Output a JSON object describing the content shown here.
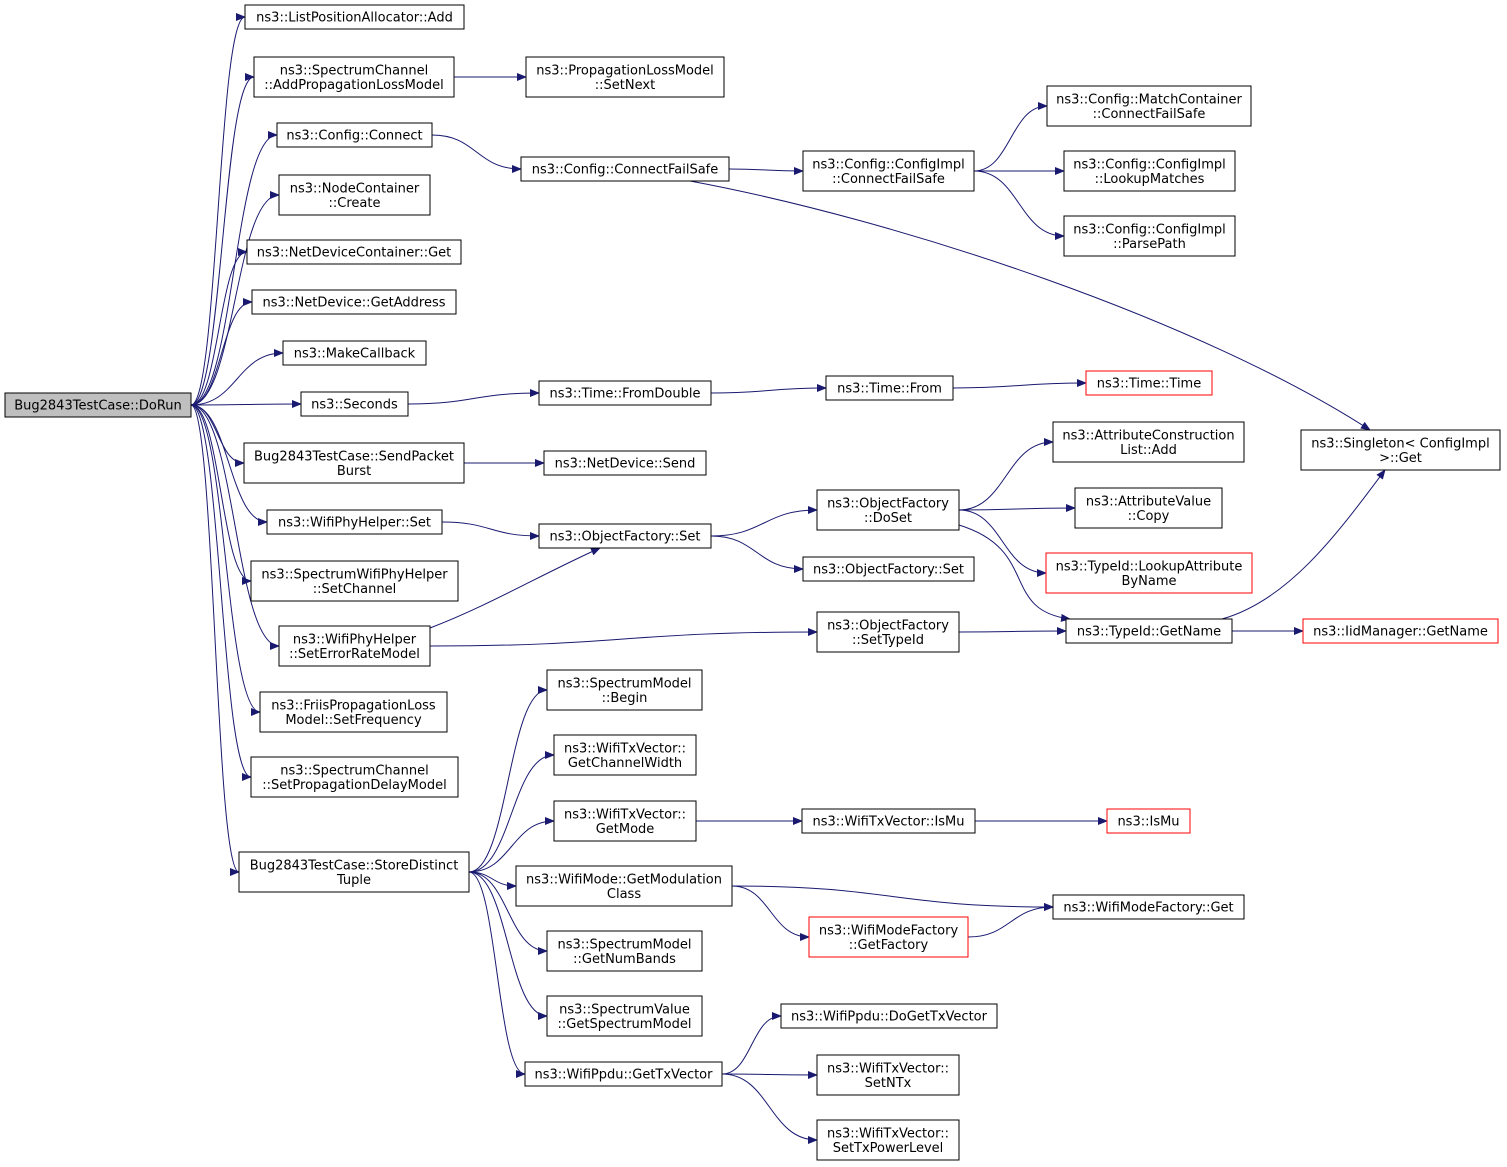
{
  "colors": {
    "edge": "#191970",
    "border": "#000000",
    "external_border": "#ff0000",
    "root_fill": "#bfbfbf"
  },
  "nodes": [
    {
      "id": "n0",
      "lines": [
        "Bug2843TestCase::DoRun"
      ],
      "style": "root"
    },
    {
      "id": "n1",
      "lines": [
        "ns3::ListPositionAllocator::Add"
      ]
    },
    {
      "id": "n2",
      "lines": [
        "ns3::SpectrumChannel",
        "::AddPropagationLossModel"
      ]
    },
    {
      "id": "n3",
      "lines": [
        "ns3::PropagationLossModel",
        "::SetNext"
      ]
    },
    {
      "id": "n4",
      "lines": [
        "ns3::Config::Connect"
      ]
    },
    {
      "id": "n5",
      "lines": [
        "ns3::Config::ConnectFailSafe"
      ]
    },
    {
      "id": "n6",
      "lines": [
        "ns3::Config::ConfigImpl",
        "::ConnectFailSafe"
      ]
    },
    {
      "id": "n7",
      "lines": [
        "ns3::Config::MatchContainer",
        "::ConnectFailSafe"
      ]
    },
    {
      "id": "n8",
      "lines": [
        "ns3::Config::ConfigImpl",
        "::LookupMatches"
      ]
    },
    {
      "id": "n9",
      "lines": [
        "ns3::Config::ConfigImpl",
        "::ParsePath"
      ]
    },
    {
      "id": "n10",
      "lines": [
        "ns3::Singleton< ConfigImpl",
        " >::Get"
      ]
    },
    {
      "id": "n11",
      "lines": [
        "ns3::NodeContainer",
        "::Create"
      ]
    },
    {
      "id": "n12",
      "lines": [
        "ns3::NetDeviceContainer::Get"
      ]
    },
    {
      "id": "n13",
      "lines": [
        "ns3::NetDevice::GetAddress"
      ]
    },
    {
      "id": "n14",
      "lines": [
        "ns3::MakeCallback"
      ]
    },
    {
      "id": "n15",
      "lines": [
        "ns3::Seconds"
      ]
    },
    {
      "id": "n16",
      "lines": [
        "ns3::Time::FromDouble"
      ]
    },
    {
      "id": "n17",
      "lines": [
        "ns3::Time::From"
      ]
    },
    {
      "id": "n18",
      "lines": [
        "ns3::Time::Time"
      ],
      "style": "red"
    },
    {
      "id": "n19",
      "lines": [
        "Bug2843TestCase::SendPacket",
        "Burst"
      ]
    },
    {
      "id": "n20",
      "lines": [
        "ns3::NetDevice::Send"
      ]
    },
    {
      "id": "n21",
      "lines": [
        "ns3::WifiPhyHelper::Set"
      ]
    },
    {
      "id": "n22",
      "lines": [
        "ns3::ObjectFactory::Set"
      ]
    },
    {
      "id": "n23",
      "lines": [
        "ns3::ObjectFactory",
        "::DoSet"
      ]
    },
    {
      "id": "n24",
      "lines": [
        "ns3::AttributeConstruction",
        "List::Add"
      ]
    },
    {
      "id": "n25",
      "lines": [
        "ns3::AttributeValue",
        "::Copy"
      ]
    },
    {
      "id": "n26",
      "lines": [
        "ns3::TypeId::LookupAttribute",
        "ByName"
      ],
      "style": "red"
    },
    {
      "id": "n27",
      "lines": [
        "ns3::ObjectFactory::Set"
      ]
    },
    {
      "id": "n28",
      "lines": [
        "ns3::SpectrumWifiPhyHelper",
        "::SetChannel"
      ]
    },
    {
      "id": "n29",
      "lines": [
        "ns3::WifiPhyHelper",
        "::SetErrorRateModel"
      ]
    },
    {
      "id": "n30",
      "lines": [
        "ns3::ObjectFactory",
        "::SetTypeId"
      ]
    },
    {
      "id": "n31",
      "lines": [
        "ns3::TypeId::GetName"
      ]
    },
    {
      "id": "n32",
      "lines": [
        "ns3::IidManager::GetName"
      ],
      "style": "red"
    },
    {
      "id": "n33",
      "lines": [
        "ns3::FriisPropagationLoss",
        "Model::SetFrequency"
      ]
    },
    {
      "id": "n34",
      "lines": [
        "ns3::SpectrumChannel",
        "::SetPropagationDelayModel"
      ]
    },
    {
      "id": "n35",
      "lines": [
        "Bug2843TestCase::StoreDistinct",
        "Tuple"
      ]
    },
    {
      "id": "n36",
      "lines": [
        "ns3::SpectrumModel",
        "::Begin"
      ]
    },
    {
      "id": "n37",
      "lines": [
        "ns3::WifiTxVector::",
        "GetChannelWidth"
      ]
    },
    {
      "id": "n38",
      "lines": [
        "ns3::WifiTxVector::",
        "GetMode"
      ]
    },
    {
      "id": "n39",
      "lines": [
        "ns3::WifiTxVector::IsMu"
      ]
    },
    {
      "id": "n40",
      "lines": [
        "ns3::IsMu"
      ],
      "style": "red"
    },
    {
      "id": "n41",
      "lines": [
        "ns3::WifiMode::GetModulation",
        "Class"
      ]
    },
    {
      "id": "n42",
      "lines": [
        "ns3::WifiModeFactory",
        "::GetFactory"
      ],
      "style": "red"
    },
    {
      "id": "n43",
      "lines": [
        "ns3::WifiModeFactory::Get"
      ]
    },
    {
      "id": "n44",
      "lines": [
        "ns3::SpectrumModel",
        "::GetNumBands"
      ]
    },
    {
      "id": "n45",
      "lines": [
        "ns3::SpectrumValue",
        "::GetSpectrumModel"
      ]
    },
    {
      "id": "n46",
      "lines": [
        "ns3::WifiPpdu::DoGetTxVector"
      ]
    },
    {
      "id": "n47",
      "lines": [
        "ns3::WifiPpdu::GetTxVector"
      ]
    },
    {
      "id": "n48",
      "lines": [
        "ns3::WifiTxVector::",
        "SetNTx"
      ]
    },
    {
      "id": "n49",
      "lines": [
        "ns3::WifiTxVector::",
        "SetTxPowerLevel"
      ]
    }
  ],
  "edges": [
    [
      "n0",
      "n1"
    ],
    [
      "n0",
      "n2"
    ],
    [
      "n0",
      "n4"
    ],
    [
      "n0",
      "n11"
    ],
    [
      "n0",
      "n12"
    ],
    [
      "n0",
      "n13"
    ],
    [
      "n0",
      "n14"
    ],
    [
      "n0",
      "n15"
    ],
    [
      "n0",
      "n19"
    ],
    [
      "n0",
      "n21"
    ],
    [
      "n0",
      "n28"
    ],
    [
      "n0",
      "n29"
    ],
    [
      "n0",
      "n33"
    ],
    [
      "n0",
      "n34"
    ],
    [
      "n0",
      "n35"
    ],
    [
      "n2",
      "n3"
    ],
    [
      "n4",
      "n5"
    ],
    [
      "n5",
      "n6"
    ],
    [
      "n5",
      "n10"
    ],
    [
      "n6",
      "n7"
    ],
    [
      "n6",
      "n8"
    ],
    [
      "n6",
      "n9"
    ],
    [
      "n15",
      "n16"
    ],
    [
      "n16",
      "n17"
    ],
    [
      "n17",
      "n18"
    ],
    [
      "n19",
      "n20"
    ],
    [
      "n21",
      "n22"
    ],
    [
      "n22",
      "n23"
    ],
    [
      "n22",
      "n27"
    ],
    [
      "n23",
      "n24"
    ],
    [
      "n23",
      "n25"
    ],
    [
      "n23",
      "n26"
    ],
    [
      "n23",
      "n31"
    ],
    [
      "n29",
      "n22"
    ],
    [
      "n29",
      "n30"
    ],
    [
      "n30",
      "n31"
    ],
    [
      "n31",
      "n10"
    ],
    [
      "n31",
      "n32"
    ],
    [
      "n35",
      "n36"
    ],
    [
      "n35",
      "n37"
    ],
    [
      "n35",
      "n38"
    ],
    [
      "n35",
      "n41"
    ],
    [
      "n35",
      "n44"
    ],
    [
      "n35",
      "n45"
    ],
    [
      "n35",
      "n47"
    ],
    [
      "n38",
      "n39"
    ],
    [
      "n39",
      "n40"
    ],
    [
      "n41",
      "n42"
    ],
    [
      "n41",
      "n43"
    ],
    [
      "n42",
      "n43"
    ],
    [
      "n47",
      "n46"
    ],
    [
      "n47",
      "n48"
    ],
    [
      "n47",
      "n49"
    ]
  ]
}
